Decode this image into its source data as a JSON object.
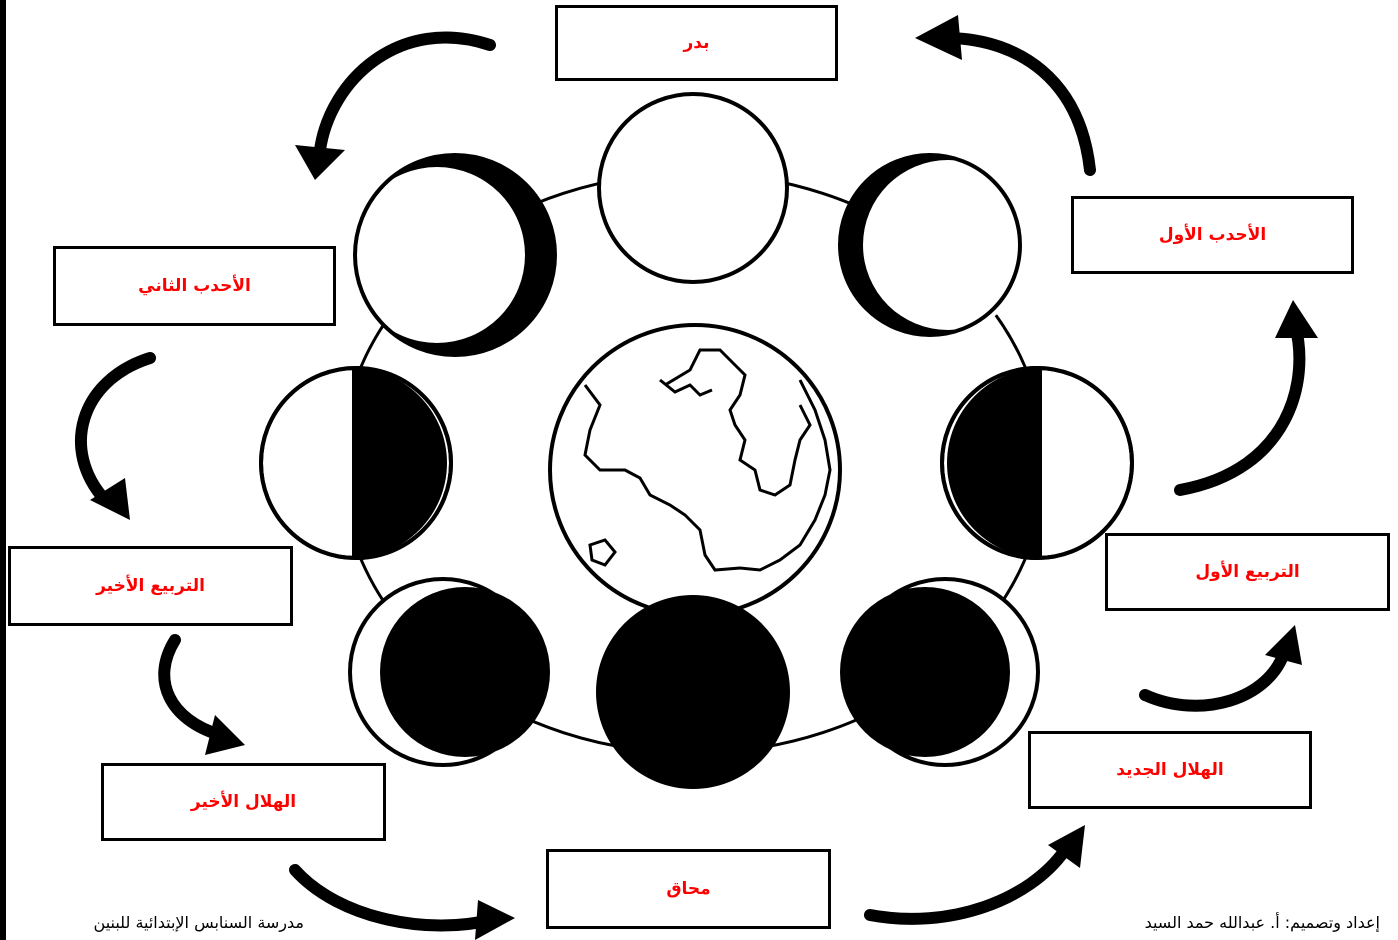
{
  "labels": {
    "full_moon": "بدر",
    "waxing_gibbous": "الأحدب الأول",
    "first_quarter": "التربيع الأول",
    "waxing_crescent": "الهلال الجديد",
    "new_moon": "محاق",
    "waning_crescent": "الهلال الأخير",
    "last_quarter": "التربيع الأخير",
    "waning_gibbous": "الأحدب الثاني"
  },
  "footer": {
    "school": "مدرسة السنابس الإبتدائية للبنين",
    "author": "إعداد وتصميم: أ. عبدالله حمد السيد"
  },
  "colors": {
    "label_text": "#ff0000",
    "ink": "#000000",
    "paper": "#ffffff"
  }
}
